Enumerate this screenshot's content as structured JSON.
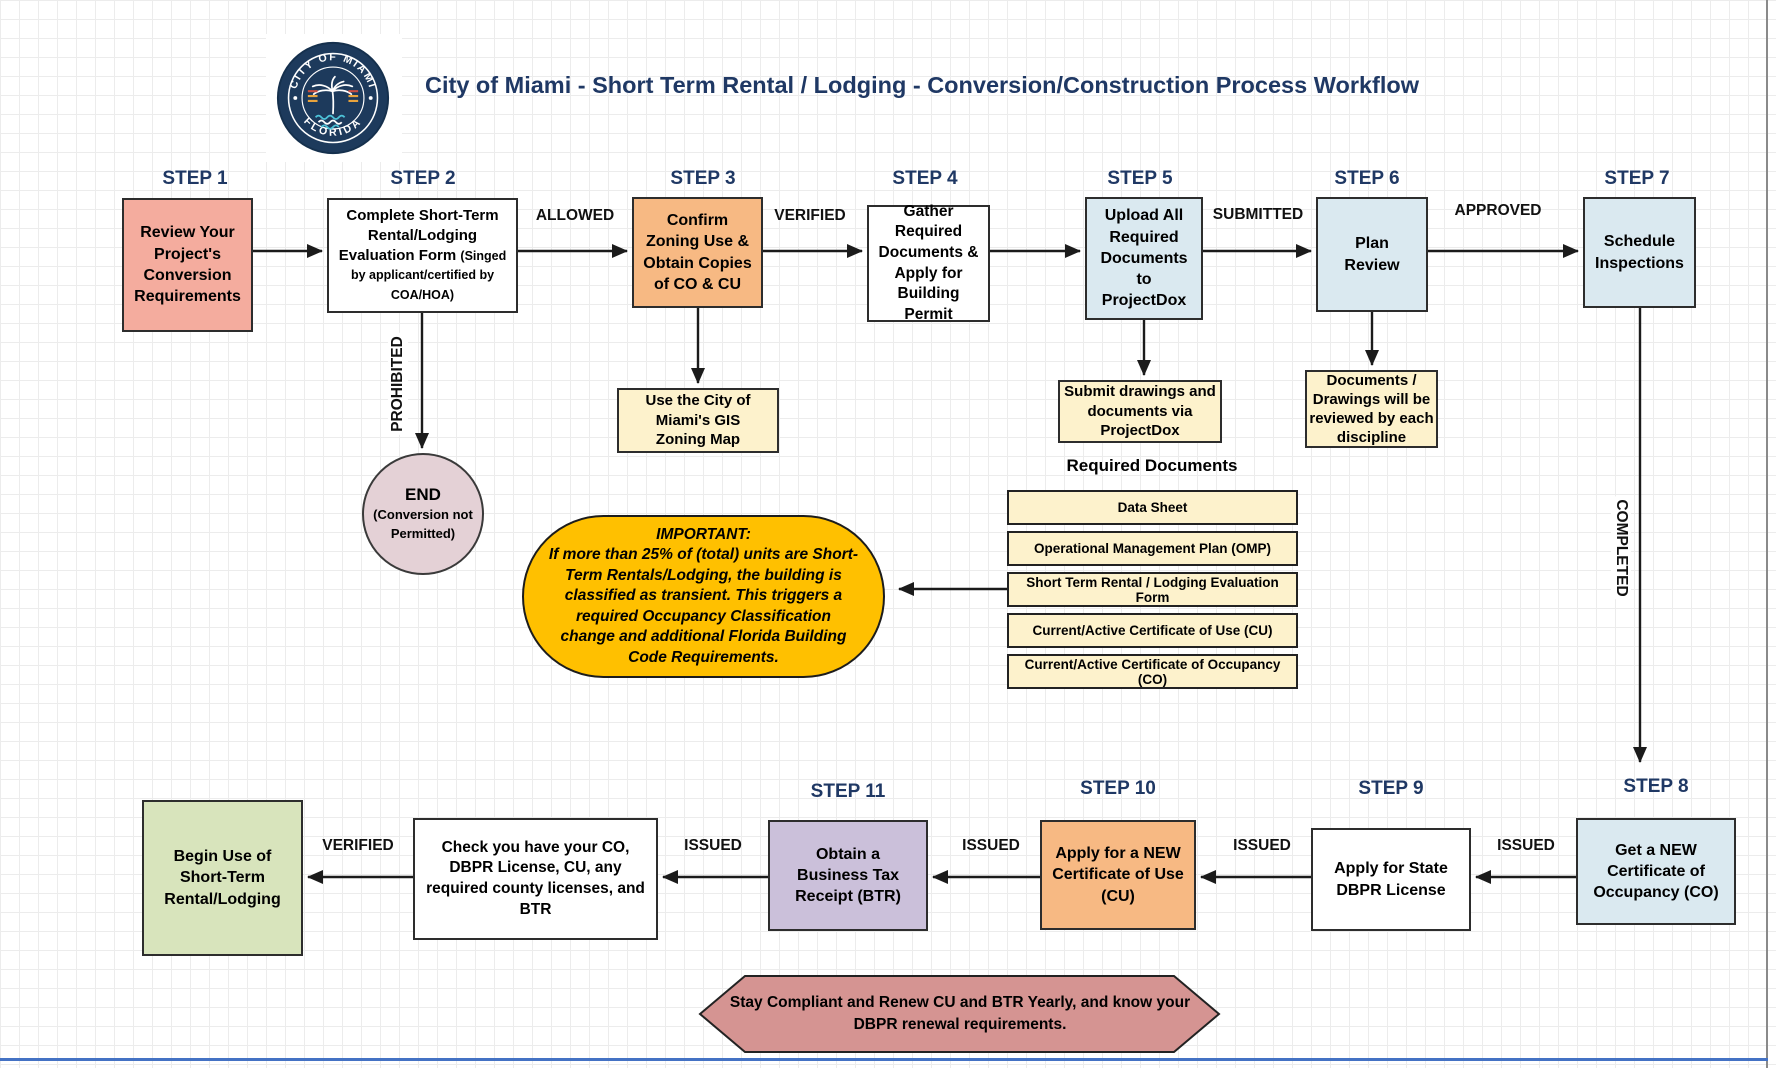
{
  "title": "City of Miami - Short Term Rental / Lodging - Conversion/Construction Process Workflow",
  "logo": {
    "arc_top": "CITY OF MIAMI",
    "arc_bottom": "FLORIDA"
  },
  "steps": {
    "s1": {
      "label": "STEP 1",
      "text": "Review Your Project's Conversion Requirements"
    },
    "s2": {
      "label": "STEP 2",
      "text": "Complete Short-Term Rental/Lodging Evaluation Form",
      "sub": "(Singed by applicant/certified by COA/HOA)"
    },
    "s3": {
      "label": "STEP 3",
      "text": "Confirm Zoning Use & Obtain Copies of CO & CU"
    },
    "s4": {
      "label": "STEP 4",
      "text": "Gather Required Documents & Apply for Building Permit"
    },
    "s5": {
      "label": "STEP 5",
      "text": "Upload All Required Documents to ProjectDox"
    },
    "s6": {
      "label": "STEP 6",
      "text": "Plan Review"
    },
    "s7": {
      "label": "STEP 7",
      "text": "Schedule Inspections"
    },
    "s8": {
      "label": "STEP 8",
      "text": "Get a NEW Certificate of Occupancy (CO)"
    },
    "s9": {
      "label": "STEP 9",
      "text": "Apply for State DBPR License"
    },
    "s10": {
      "label": "STEP 10",
      "text": "Apply for a NEW Certificate of Use (CU)"
    },
    "s11": {
      "label": "STEP 11",
      "text": "Obtain a Business Tax Receipt (BTR)"
    }
  },
  "edges": {
    "allowed": "ALLOWED",
    "verified": "VERIFIED",
    "submitted": "SUBMITTED",
    "approved": "APPROVED",
    "prohibited": "PROHIBITED",
    "completed": "COMPLETED",
    "issued": "ISSUED"
  },
  "notes": {
    "end_title": "END",
    "end_sub": "(Conversion not Permitted)",
    "gis": "Use the City of Miami's GIS Zoning Map",
    "submit_projectdox": "Submit drawings and documents via ProjectDox",
    "discipline": "Documents / Drawings will be reviewed by each discipline",
    "important_title": "IMPORTANT:",
    "important_body": "If more than 25% of (total) units are Short-Term Rentals/Lodging, the building is classified as transient. This triggers a required Occupancy Classification change and additional Florida Building Code Requirements.",
    "check": "Check you have your CO, DBPR License, CU, any required county licenses, and BTR",
    "begin": "Begin Use of Short-Term Rental/Lodging",
    "compliance": "Stay Compliant and Renew CU and BTR Yearly, and know your DBPR renewal requirements."
  },
  "required_documents": {
    "heading": "Required Documents",
    "items": [
      "Data Sheet",
      "Operational Management Plan (OMP)",
      "Short Term Rental / Lodging Evaluation Form",
      "Current/Active Certificate of Use (CU)",
      "Current/Active Certificate of Occupancy (CO)"
    ]
  },
  "colors": {
    "navy_text": "#1F3864",
    "salmon": "#F4AC9E",
    "orange": "#F7B983",
    "light_blue": "#DAE9F0",
    "light_yellow": "#FDF2CC",
    "gold": "#FFC000",
    "lavender": "#CBC0DA",
    "green": "#D8E4BC",
    "end_pink": "#E4D1D6",
    "hexagon_rose": "#D59492",
    "page_line_blue": "#4472C4"
  }
}
